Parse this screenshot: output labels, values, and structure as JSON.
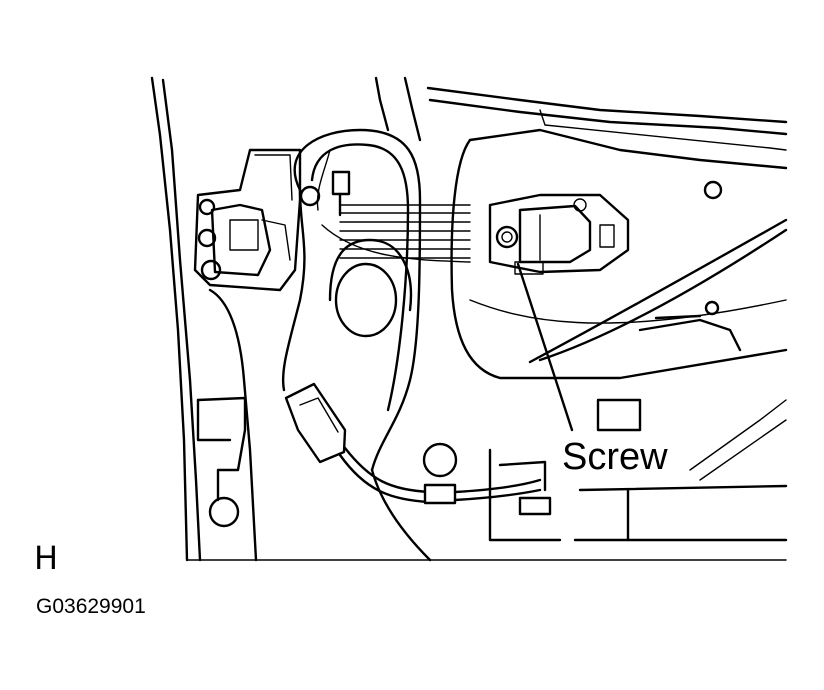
{
  "diagram": {
    "callout_label": "Screw",
    "view_label": "H",
    "figure_id": "G03629901"
  }
}
